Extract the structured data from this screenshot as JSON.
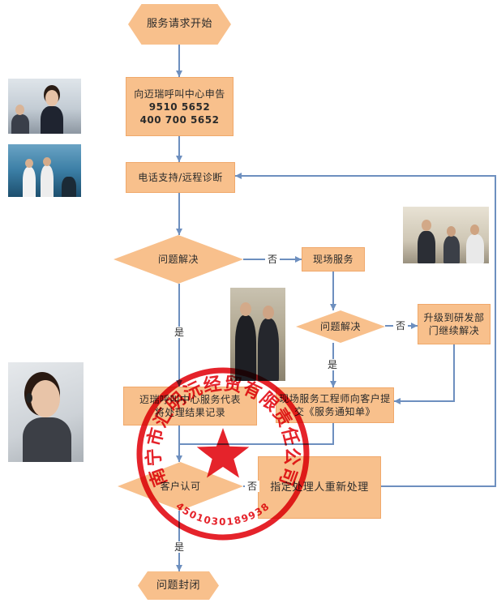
{
  "flowchart": {
    "start": "服务请求开始",
    "call_center": {
      "line1": "向迈瑞呼叫中心申告",
      "phone1": "9510 5652",
      "phone2": "400 700 5652"
    },
    "phone_support": "电话支持/远程诊断",
    "decision1": "问题解决",
    "onsite": "现场服务",
    "decision2": "问题解决",
    "escalate": {
      "line1": "升级到研发部",
      "line2": "门继续解决"
    },
    "call_record": {
      "line1": "迈瑞呼叫中心服务代表",
      "line2": "将处理结果记录"
    },
    "notice": {
      "line1": "现场服务工程师向客户提",
      "line2": "交《服务通知单》"
    },
    "decision3": "客户认可",
    "reassign": "指定处理人重新处理",
    "end": "问题封闭",
    "labels": {
      "no1": "否",
      "no2": "否",
      "no3": "否",
      "yes1": "是",
      "yes2": "是",
      "yes3": "是"
    }
  },
  "stamp": {
    "company": "南宁市汇明沅经贸有限责任公司",
    "code": "4501030189938"
  },
  "colors": {
    "node_fill": "#f8c08c",
    "connector": "#6d8fbf",
    "seal": "#e3121b"
  }
}
